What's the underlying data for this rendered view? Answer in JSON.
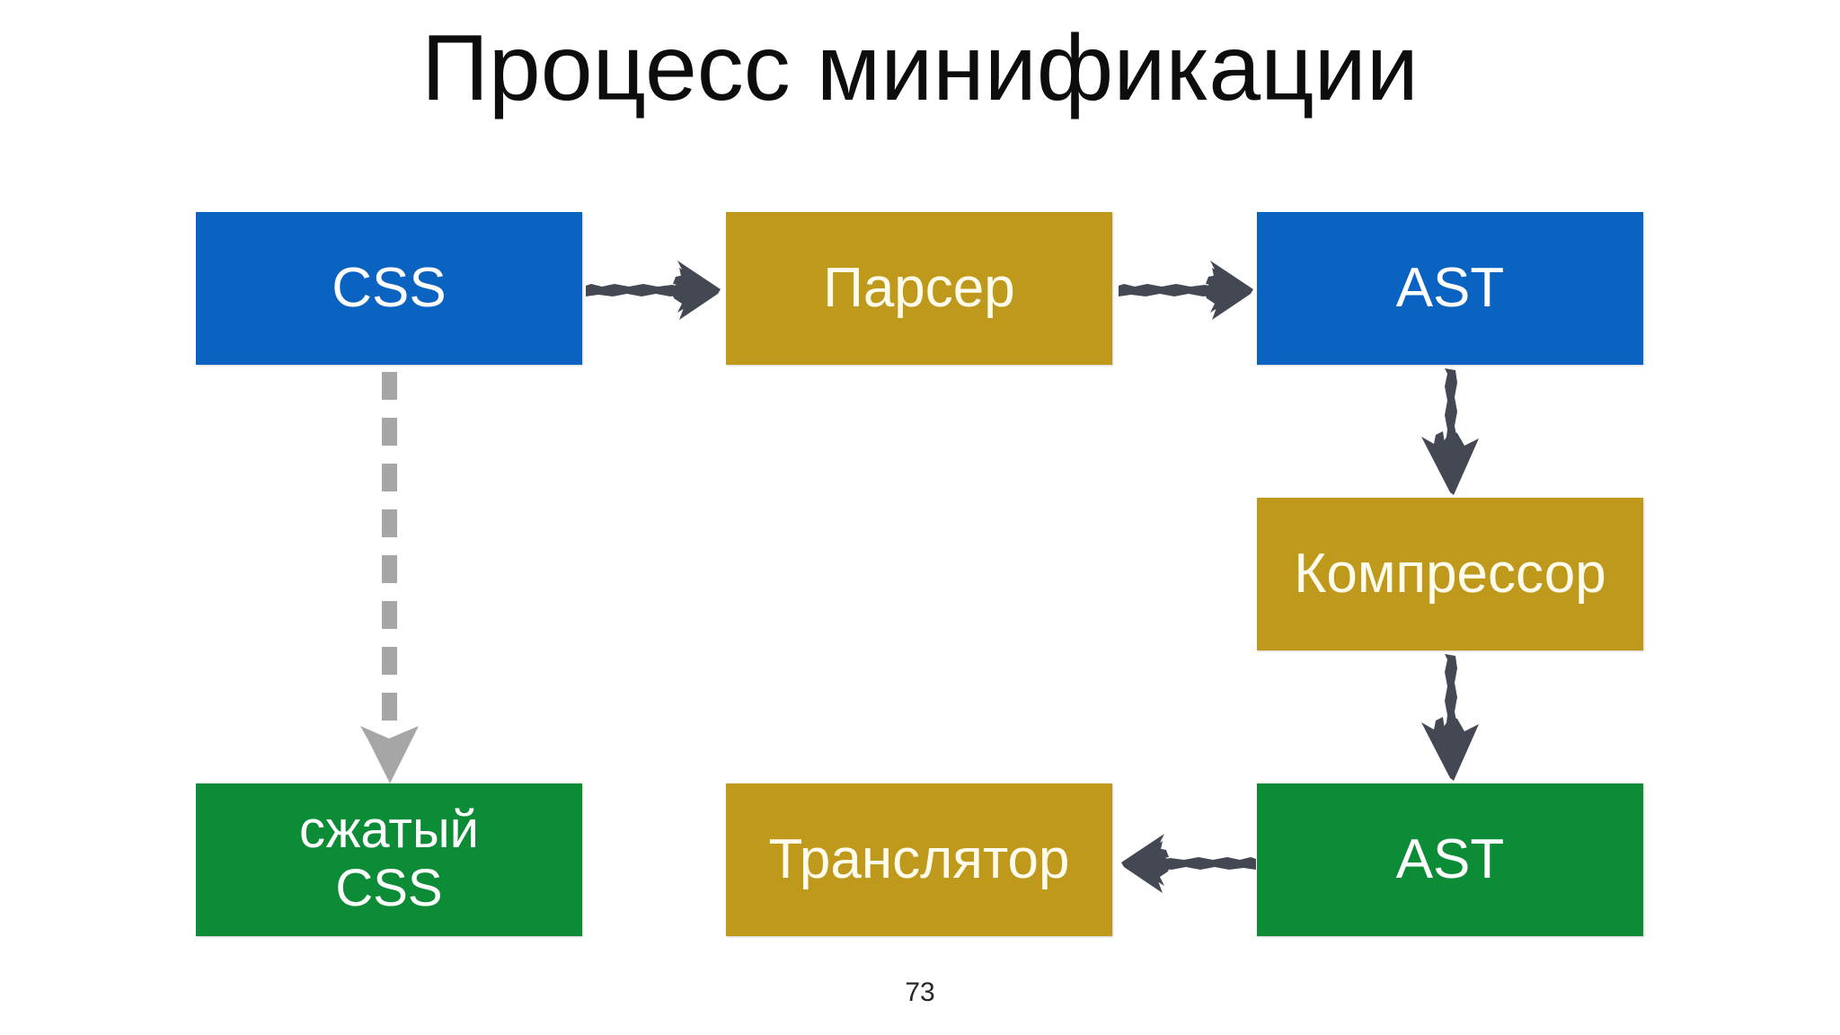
{
  "slide": {
    "title": "Процесс минификации",
    "page_number": "73",
    "background_color": "#FFFFFF"
  },
  "palette": {
    "blue": "#0A63C0",
    "gold": "#BF991B",
    "green": "#0D8C38",
    "arrow_dark": "#434852",
    "arrow_gray": "#A6A6A6",
    "title_text": "#0D0D0D",
    "box_text": "#FFFFFF",
    "gold_box_text": "#FFFCEE"
  },
  "diagram": {
    "type": "flowchart",
    "nodes": [
      {
        "id": "css",
        "label": "CSS",
        "color": "blue",
        "row": 1,
        "col": 1
      },
      {
        "id": "parser",
        "label": "Парсер",
        "color": "gold",
        "row": 1,
        "col": 2
      },
      {
        "id": "ast_top",
        "label": "AST",
        "color": "blue",
        "row": 1,
        "col": 3
      },
      {
        "id": "compressor",
        "label": "Компрессор",
        "color": "gold",
        "row": 2,
        "col": 3
      },
      {
        "id": "ast_bottom",
        "label": "AST",
        "color": "green",
        "row": 3,
        "col": 3
      },
      {
        "id": "translator",
        "label": "Транслятор",
        "color": "gold",
        "row": 3,
        "col": 2
      },
      {
        "id": "min_css",
        "label_line1": "сжатый",
        "label_line2": "CSS",
        "color": "green",
        "row": 3,
        "col": 1
      }
    ],
    "edges": [
      {
        "from": "css",
        "to": "parser",
        "style": "solid-sketch",
        "direction": "right",
        "color": "#434852"
      },
      {
        "from": "parser",
        "to": "ast_top",
        "style": "solid-sketch",
        "direction": "right",
        "color": "#434852"
      },
      {
        "from": "ast_top",
        "to": "compressor",
        "style": "solid-sketch",
        "direction": "down",
        "color": "#434852"
      },
      {
        "from": "compressor",
        "to": "ast_bottom",
        "style": "solid-sketch",
        "direction": "down",
        "color": "#434852"
      },
      {
        "from": "ast_bottom",
        "to": "translator",
        "style": "solid-sketch",
        "direction": "left",
        "color": "#434852"
      },
      {
        "from": "css",
        "to": "min_css",
        "style": "dashed",
        "direction": "down",
        "color": "#A6A6A6"
      }
    ]
  }
}
